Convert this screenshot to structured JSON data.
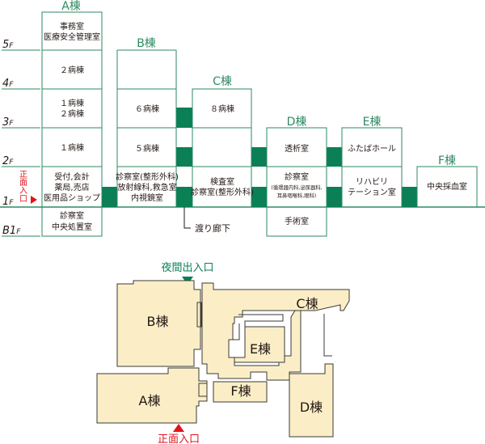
{
  "section_view": {
    "floors": [
      {
        "num": "5",
        "sub": "F"
      },
      {
        "num": "4",
        "sub": "F"
      },
      {
        "num": "3",
        "sub": "F"
      },
      {
        "num": "2",
        "sub": "F"
      },
      {
        "num": "1",
        "sub": "F"
      },
      {
        "num": "B1",
        "sub": "F"
      }
    ],
    "buildings": {
      "a": {
        "title": "A棟",
        "rooms": {
          "f5_line1": "事務室",
          "f5_line2": "医療安全管理室",
          "f4": "２病棟",
          "f3_line1": "１病棟",
          "f3_line2": "２病棟",
          "f2": "１病棟",
          "f1_line1": "受付,会計",
          "f1_line2": "薬局,売店",
          "f1_line3": "医用品ショップ",
          "b1_line1": "診察室",
          "b1_line2": "中央処置室"
        }
      },
      "b": {
        "title": "B棟",
        "rooms": {
          "f3": "６病棟",
          "f2": "５病棟",
          "f1_line1": "診察室(整形外科)",
          "f1_line2": "放射線科,救急室",
          "f1_line3": "内視鏡室"
        }
      },
      "c": {
        "title": "C棟",
        "rooms": {
          "f3": "８病棟",
          "f1_line1": "検査室",
          "f1_line2": "診察室(整形外科)"
        }
      },
      "d": {
        "title": "D棟",
        "rooms": {
          "f2": "透析室",
          "f1_line1": "診察室",
          "f1_line2": "(循環器内科,泌尿器科,",
          "f1_line3": "耳鼻咽喉科,眼科)",
          "b1": "手術室"
        }
      },
      "e": {
        "title": "E棟",
        "rooms": {
          "f2": "ふたばホール",
          "f1_line1": "リハビリ",
          "f1_line2": "テーション室"
        }
      },
      "f": {
        "title": "F棟",
        "rooms": {
          "f1": "中央採血室"
        }
      }
    },
    "corridor_label": "渡り廊下",
    "main_entrance_label": "正面入口"
  },
  "plan_view": {
    "night_entrance_label": "夜間出入口",
    "main_entrance_label": "正面入口",
    "buildings": {
      "a": "A棟",
      "b": "B棟",
      "c": "C棟",
      "d": "D棟",
      "e": "E棟",
      "f": "F棟"
    }
  },
  "colors": {
    "building_outline": "#2e8a62",
    "corridor_fill": "#0b7f55",
    "building_title": "#2e8a62",
    "floor_line": "#2e8a62",
    "room_text": "#231815",
    "plan_fill": "#fbeec6",
    "plan_stroke": "#3a3a3a",
    "entrance_red": "#e0141d",
    "night_green": "#0b7f55"
  }
}
